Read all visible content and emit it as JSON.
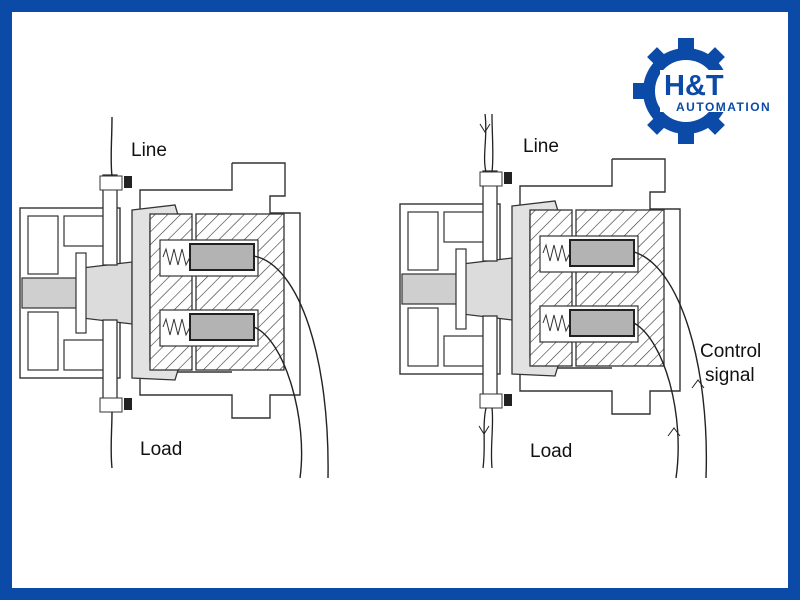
{
  "left_diagram": {
    "line_label": "Line",
    "load_label": "Load"
  },
  "right_diagram": {
    "line_label": "Line",
    "load_label": "Load",
    "control_label_1": "Control",
    "control_label_2": "signal"
  },
  "logo": {
    "title": "H&T",
    "subtitle": "AUTOMATION"
  },
  "colors": {
    "border": "#0b4aa6",
    "brand": "#0b4aa6",
    "coil": "#b3b3b3",
    "line": "#222222"
  }
}
